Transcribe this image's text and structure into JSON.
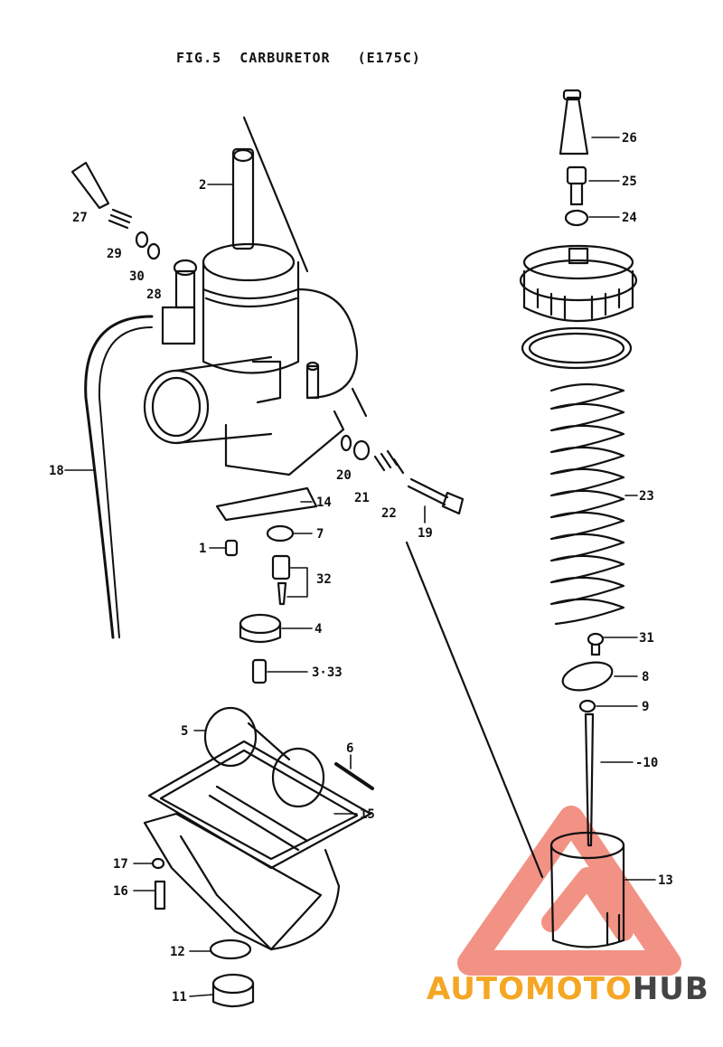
{
  "title": {
    "fig": "FIG.5",
    "name": "CARBURETOR",
    "model": "(E175C)"
  },
  "callouts": [
    "26",
    "25",
    "24",
    "23",
    "31",
    "8",
    "9",
    "-10",
    "13",
    "2",
    "27",
    "29",
    "30",
    "28",
    "18",
    "14",
    "7",
    "1",
    "32",
    "4",
    "3·33",
    "20",
    "21",
    "22",
    "19",
    "5",
    "6",
    "15",
    "17",
    "16",
    "12",
    "11"
  ],
  "watermark": {
    "part1": "AUTOMOTO",
    "part2": "HUB",
    "color_main": "#f08070",
    "color_accent": "#f5a623",
    "color_dark": "#444444"
  }
}
